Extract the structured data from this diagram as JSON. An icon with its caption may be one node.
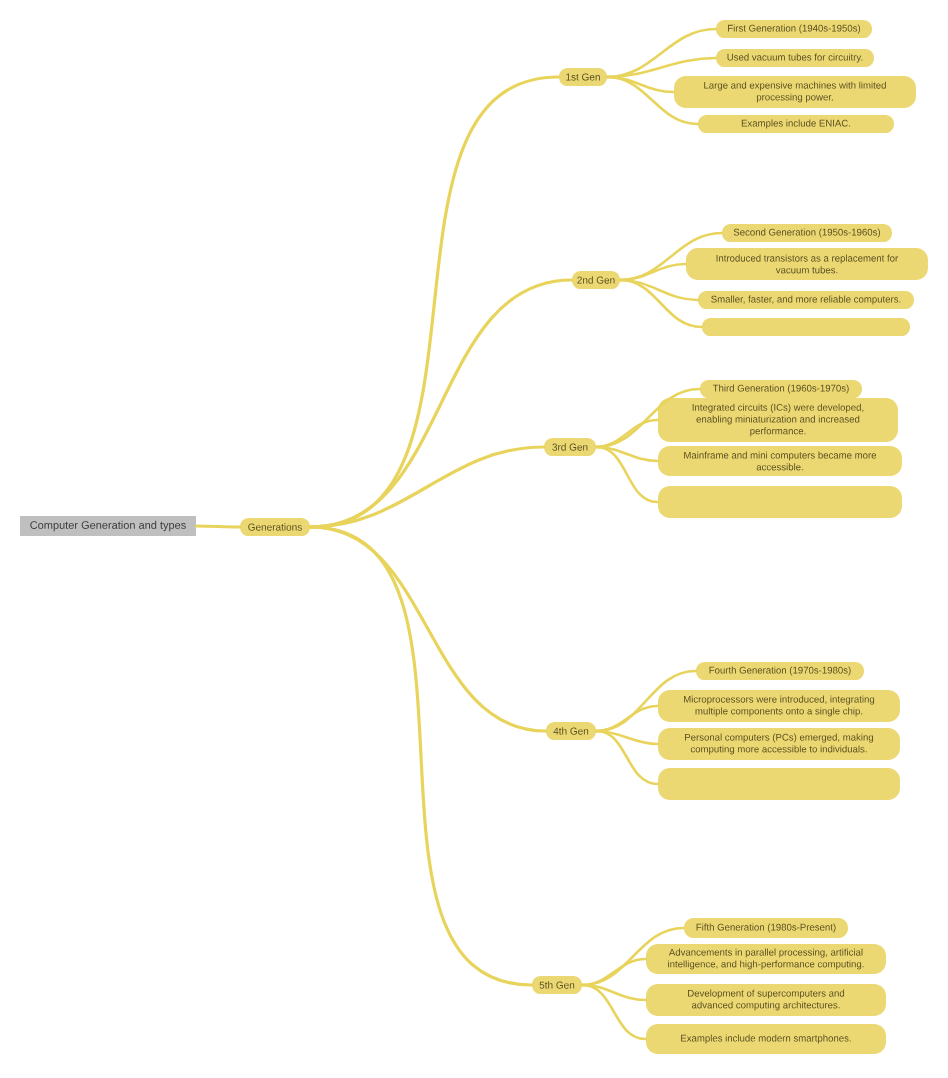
{
  "diagram": {
    "nodes": [
      {
        "text": [
          "Computer Generation and types"
        ]
      },
      {
        "text": [
          "Generations"
        ]
      },
      {
        "text": [
          "1st Gen"
        ]
      },
      {
        "text": [
          "First Generation (1940s-1950s)"
        ]
      },
      {
        "text": [
          "Used vacuum tubes for circuitry."
        ]
      },
      {
        "text": [
          "Large and expensive machines with limited processing power."
        ]
      },
      {
        "text": [
          "Examples include ENIAC."
        ]
      },
      {
        "text": [
          "2nd Gen"
        ]
      },
      {
        "text": [
          "Second Generation (1950s-1960s)"
        ]
      },
      {
        "text": [
          "Introduced transistors as a replacement for vacuum tubes."
        ]
      },
      {
        "text": [
          "Smaller, faster, and more reliable computers."
        ]
      },
      {
        "text": [],
        "shape": "box"
      },
      {
        "text": [
          "3rd Gen"
        ]
      },
      {
        "text": [
          "Third Generation (1960s-1970s)"
        ]
      },
      {
        "text": [
          "Integrated circuits (ICs) were developed, enabling miniaturization and increased performance."
        ]
      },
      {
        "text": [
          "Mainframe and mini computers became more accessible."
        ]
      },
      {
        "text": [],
        "shape": "box"
      },
      {
        "text": [
          "4th Gen"
        ]
      },
      {
        "text": [
          "Fourth Generation (1970s-1980s)"
        ]
      },
      {
        "text": [
          "Microprocessors were introduced, integrating multiple components onto a single chip."
        ]
      },
      {
        "text": [
          "Personal computers (PCs) emerged, making computing more accessible to individuals."
        ]
      },
      {
        "text": [],
        "shape": "box"
      },
      {
        "text": [
          "5th Gen"
        ]
      },
      {
        "text": [
          "Fifth Generation (1980s-Present)"
        ]
      },
      {
        "text": [
          "Advancements in parallel processing, artificial intelligence, and high-performance computing."
        ]
      },
      {
        "text": [
          "Development of supercomputers and advanced computing architectures."
        ]
      },
      {
        "text": [
          "Examples include modern smartphones."
        ]
      }
    ],
    "edges": [
      {
        "from": 0,
        "to": 1,
        "arrow": "none"
      },
      {
        "from": 1,
        "to": 2,
        "arrow": "none"
      },
      {
        "from": 1,
        "to": 7,
        "arrow": "none"
      },
      {
        "from": 1,
        "to": 12,
        "arrow": "none"
      },
      {
        "from": 1,
        "to": 17,
        "arrow": "none"
      },
      {
        "from": 1,
        "to": 22,
        "arrow": "none"
      },
      {
        "from": 2,
        "to": 3,
        "arrow": "none"
      },
      {
        "from": 2,
        "to": 4,
        "arrow": "none"
      },
      {
        "from": 2,
        "to": 5,
        "arrow": "none"
      },
      {
        "from": 2,
        "to": 6,
        "arrow": "none"
      },
      {
        "from": 7,
        "to": 8,
        "arrow": "none"
      },
      {
        "from": 7,
        "to": 9,
        "arrow": "none"
      },
      {
        "from": 7,
        "to": 10,
        "arrow": "none"
      },
      {
        "from": 7,
        "to": 11,
        "arrow": "none"
      },
      {
        "from": 12,
        "to": 13,
        "arrow": "none"
      },
      {
        "from": 12,
        "to": 14,
        "arrow": "none"
      },
      {
        "from": 12,
        "to": 15,
        "arrow": "none"
      },
      {
        "from": 12,
        "to": 16,
        "arrow": "none"
      },
      {
        "from": 17,
        "to": 18,
        "arrow": "none"
      },
      {
        "from": 17,
        "to": 19,
        "arrow": "none"
      },
      {
        "from": 17,
        "to": 20,
        "arrow": "none"
      },
      {
        "from": 17,
        "to": 21,
        "arrow": "none"
      },
      {
        "from": 22,
        "to": 23,
        "arrow": "none"
      },
      {
        "from": 22,
        "to": 24,
        "arrow": "none"
      },
      {
        "from": 22,
        "to": 25,
        "arrow": "none"
      },
      {
        "from": 22,
        "to": 26,
        "arrow": "none"
      }
    ]
  }
}
